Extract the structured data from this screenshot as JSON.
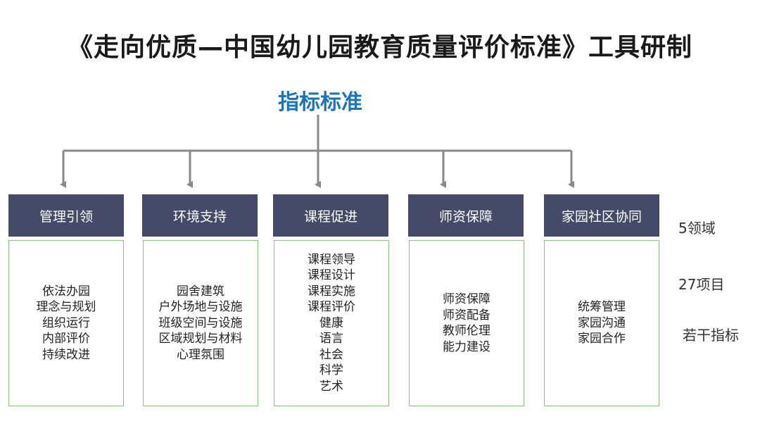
{
  "title": "《走向优质—中国幼儿园教育质量评价标准》工具研制",
  "root": "指标标准",
  "domains": [
    {
      "name": "管理引领",
      "items": [
        "依法办园",
        "理念与规划",
        "组织运行",
        "内部评价",
        "持续改进"
      ]
    },
    {
      "name": "环境支持",
      "items": [
        "园舍建筑",
        "户外场地与设施",
        "班级空间与设施",
        "区域规划与材料",
        "心理氛围"
      ]
    },
    {
      "name": "课程促进",
      "items": [
        "课程领导",
        "课程设计",
        "课程实施",
        "课程评价",
        "健康",
        "语言",
        "社会",
        "科学",
        "艺术"
      ]
    },
    {
      "name": "师资保障",
      "items": [
        "师资保障",
        "师资配备",
        "教师伦理",
        "能力建设"
      ]
    },
    {
      "name": "家园社区协同",
      "items": [
        "统筹管理",
        "家园沟通",
        "家园合作"
      ]
    }
  ],
  "side_labels": {
    "domains": "5领域",
    "projects": "27项目",
    "indicators": "若干指标"
  },
  "colors": {
    "title": "#1a1a1a",
    "root": "#1f73b7",
    "domain_fill": "#444a68",
    "item_border": "#86c47a",
    "connector": "#8a8a8a"
  }
}
